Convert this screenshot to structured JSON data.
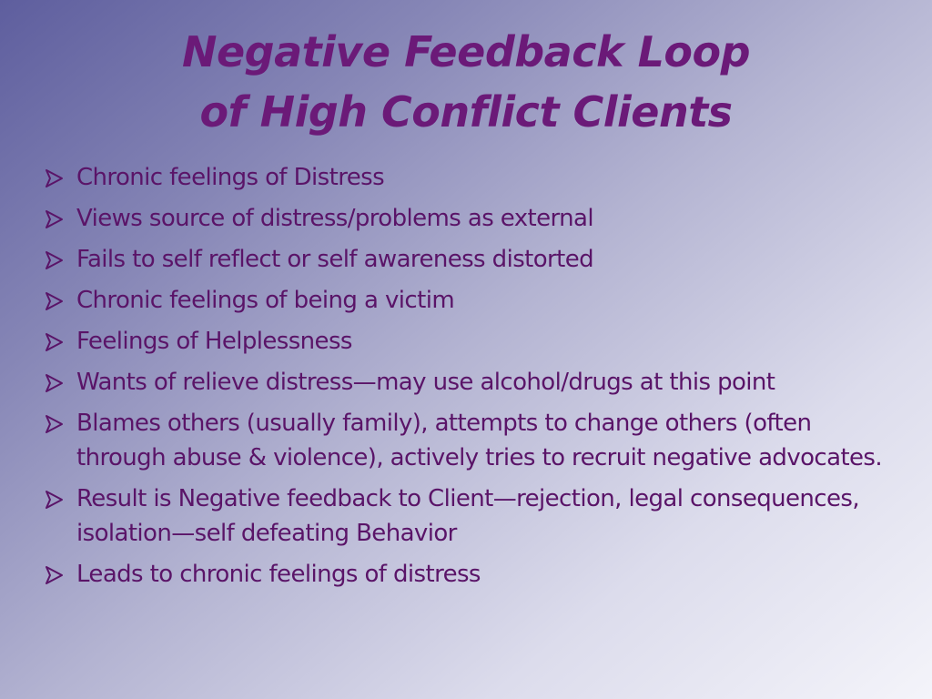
{
  "slide": {
    "title_line1": "Negative Feedback Loop",
    "title_line2": "of High Conflict Clients",
    "bullets": [
      "Chronic feelings of Distress",
      "Views source of distress/problems as external",
      "Fails to self reflect or self awareness distorted",
      "Chronic feelings of being a victim",
      "Feelings of Helplessness",
      "Wants of relieve distress—may use alcohol/drugs at this point",
      "Blames others (usually family), attempts to change others (often through abuse & violence), actively tries to recruit negative advocates.",
      "Result is Negative feedback to Client—rejection, legal consequences, isolation—self defeating Behavior",
      "Leads to chronic feelings of distress"
    ],
    "bullet_icon": "arrowhead-bullet-icon",
    "colors": {
      "title": "#6b1a78",
      "text": "#5a1468",
      "background_start": "#5e5e9e",
      "background_end": "#f4f4fa"
    }
  }
}
